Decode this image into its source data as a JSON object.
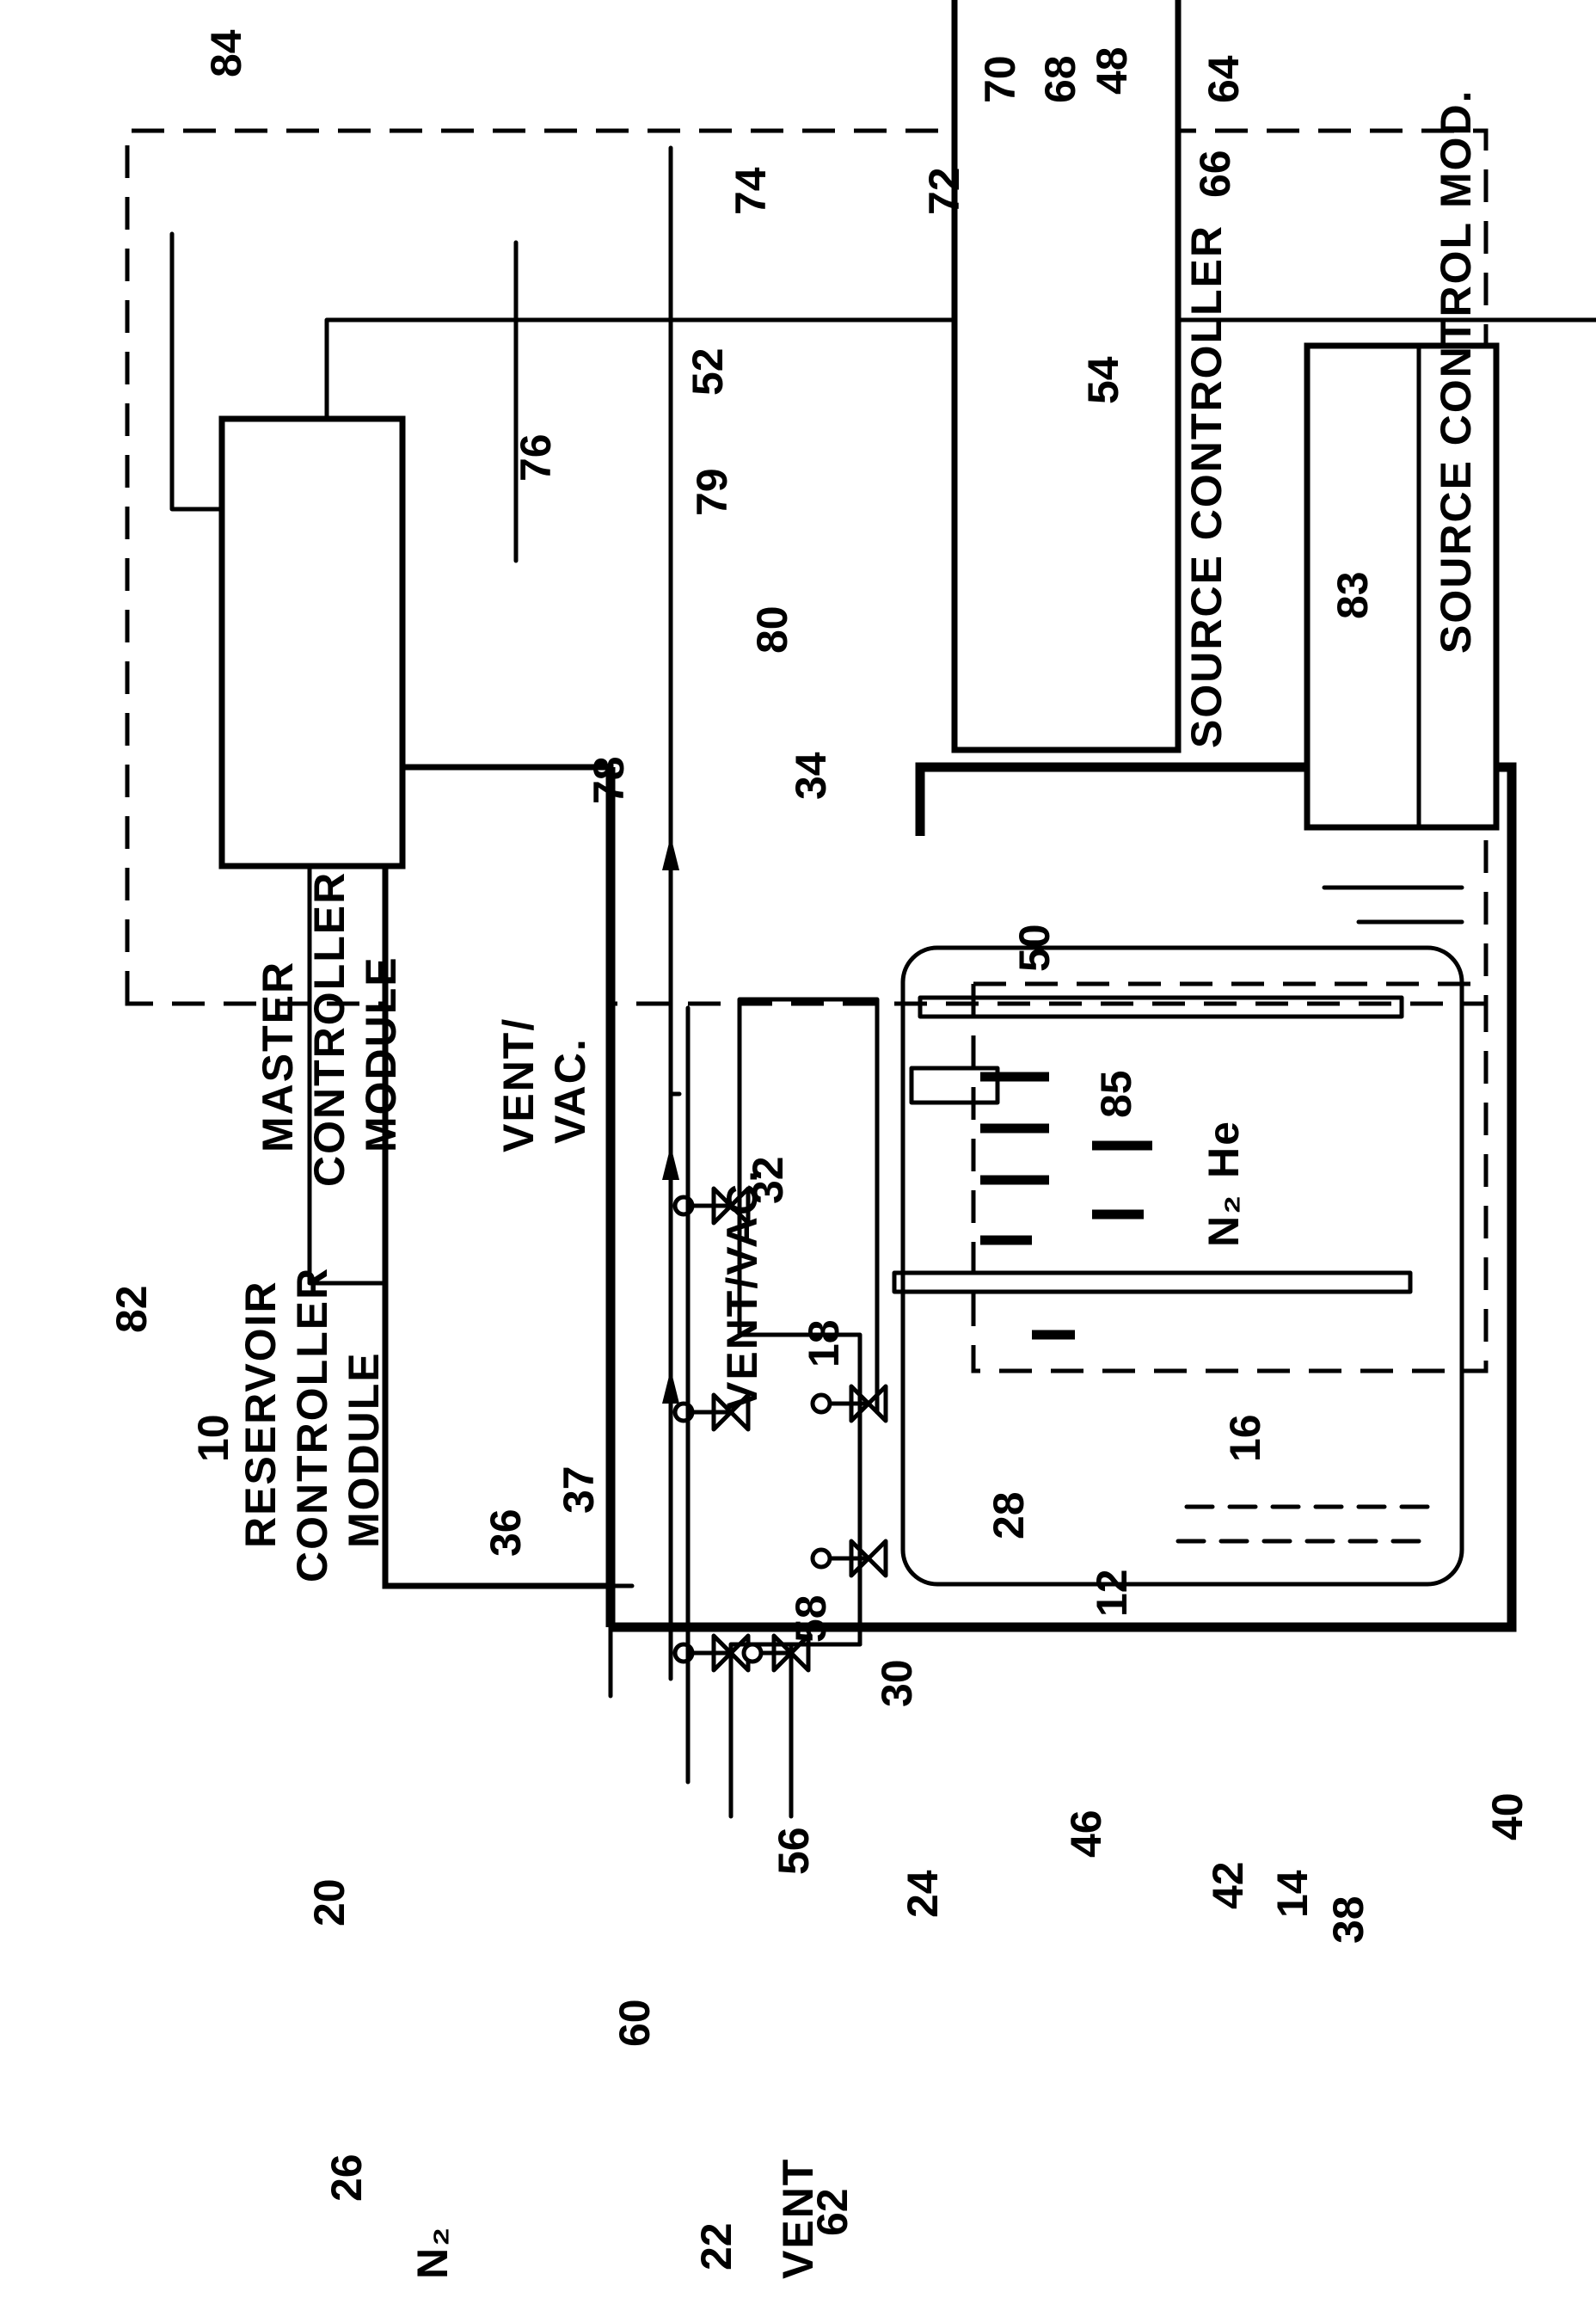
{
  "figure": {
    "system_ref": "10",
    "modules": {
      "reservoir_controller": [
        "RESERVOIR",
        "CONTROLLER",
        "MODULE"
      ],
      "master_controller": [
        "MASTER",
        "CONTROLLER",
        "MODULE"
      ],
      "source_controller": "SOURCE  CONTROLLER",
      "source_control_mod": "SOURCE CONTROL MOD."
    },
    "text_labels": {
      "vent_vac_main": "VENT/VAC.",
      "vent_vac_upper": [
        "VENT/",
        "VAC."
      ],
      "vent": "VENT",
      "n2_gas_main": "N₂",
      "n2_gas_lower": "N₂",
      "he_gas": "He",
      "liquid_reservoir": "14",
      "liquid_source": "50"
    },
    "ref_numerals": {
      "n10": "10",
      "n12": "12",
      "n16": "16",
      "n18": "18",
      "n20": "20",
      "n22": "22",
      "n24": "24",
      "n26": "26",
      "n28": "28",
      "n30": "30",
      "n32": "32",
      "n34": "34",
      "n36": "36",
      "n37": "37",
      "n38": "38",
      "n40": "40",
      "n42": "42",
      "n46": "46",
      "n48": "48",
      "n52": "52",
      "n54": "54",
      "n56": "56",
      "n58": "58",
      "n60": "60",
      "n62": "62",
      "n64": "64",
      "n66": "66",
      "n68": "68",
      "n70": "70",
      "n72": "72",
      "n74": "74",
      "n76": "76",
      "n78": "78",
      "n79": "79",
      "n80": "80",
      "n82": "82",
      "n83": "83",
      "n84": "84",
      "n85": "85"
    }
  }
}
